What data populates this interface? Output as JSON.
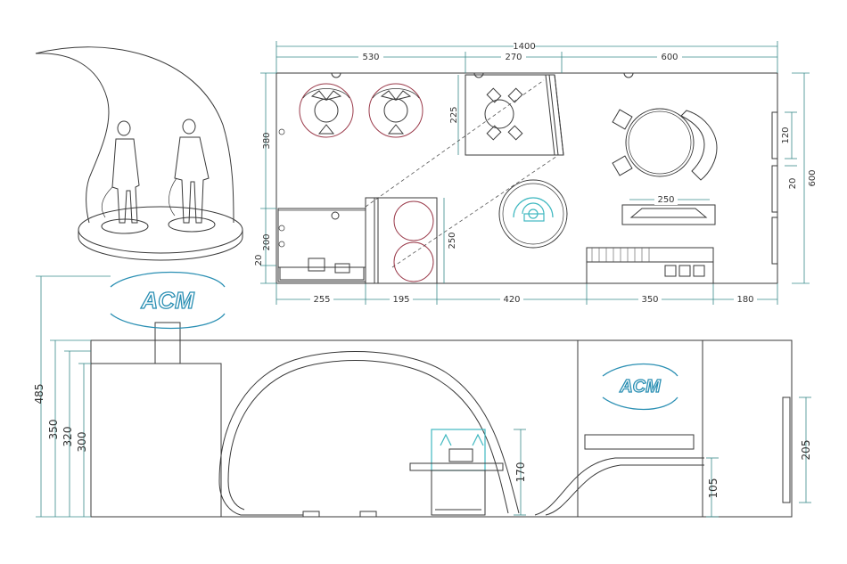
{
  "brand": {
    "logo_text": "ACM",
    "logo_color": "#2a8fb3"
  },
  "plan": {
    "dims_top": [
      "1400",
      "530",
      "270",
      "600"
    ],
    "dims_bottom": [
      "255",
      "195",
      "420",
      "350",
      "180"
    ],
    "dims_left": [
      "380",
      "200",
      "20"
    ],
    "dims_right": [
      "120",
      "20",
      "600"
    ],
    "dims_inner": [
      "225",
      "250",
      "250"
    ]
  },
  "elevation": {
    "dims_left": [
      "485",
      "350",
      "320",
      "300"
    ],
    "dims_inner": [
      "170",
      "105",
      "205"
    ]
  },
  "colors": {
    "dimension": "#b8408e",
    "accent": "#3fb8c0",
    "line": "#3a3a3a"
  }
}
